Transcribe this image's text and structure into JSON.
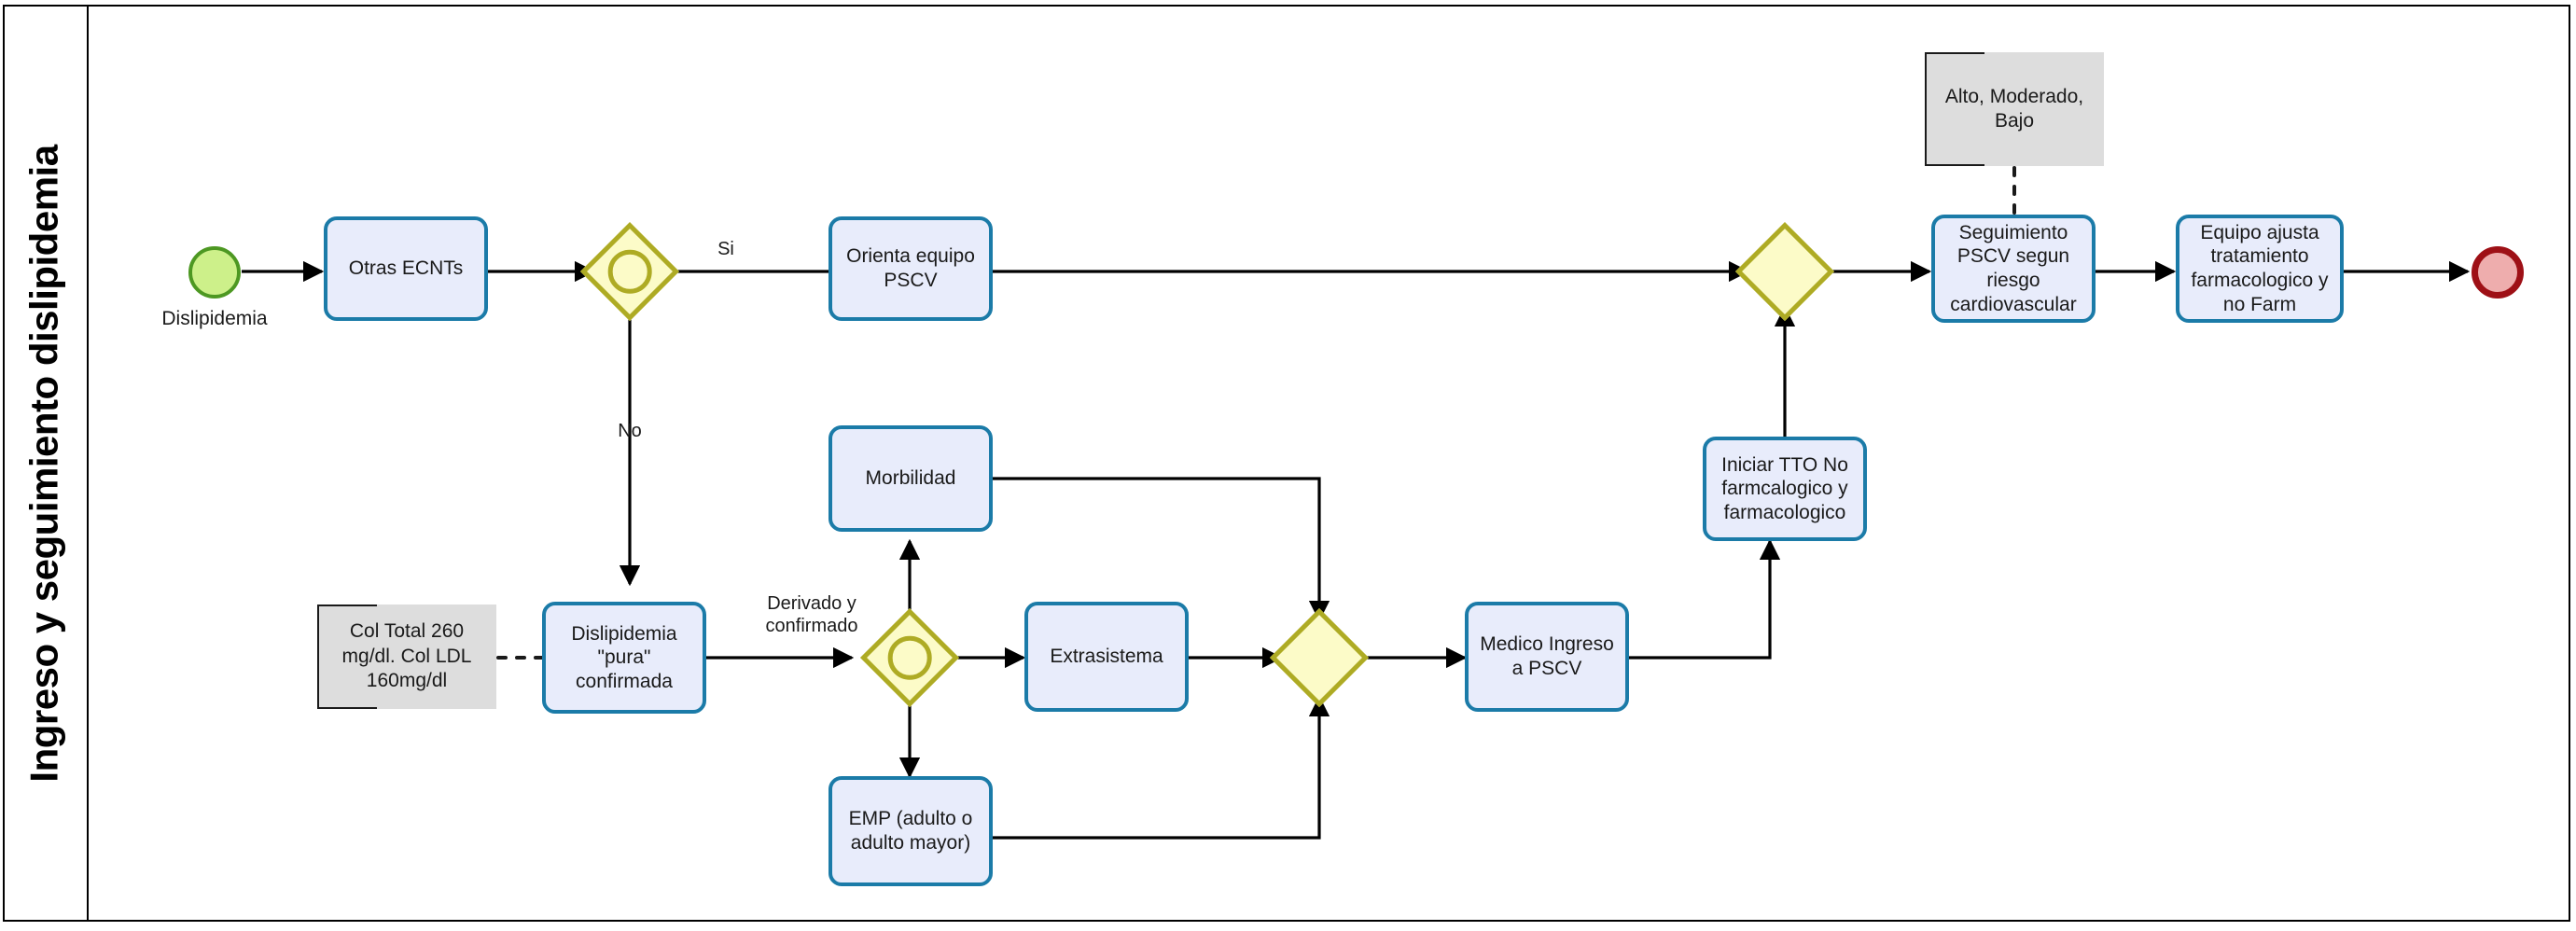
{
  "pool": {
    "lane_title": "Ingreso y seguimiento dislipidemia"
  },
  "events": {
    "start": {
      "label": "Dislipidemia",
      "name": "start-event",
      "color": "#cdf08a"
    },
    "end": {
      "label": "",
      "name": "end-event",
      "color": "#eeadad"
    }
  },
  "tasks": [
    {
      "id": "otras-ecnts",
      "label": "Otras ECNTs"
    },
    {
      "id": "orienta-equipo-pscv",
      "label": "Orienta equipo PSCV"
    },
    {
      "id": "dislipidemia-pura-confirmada",
      "label": "Dislipidemia \"pura\" confirmada"
    },
    {
      "id": "morbilidad",
      "label": "Morbilidad"
    },
    {
      "id": "extrasistema",
      "label": "Extrasistema"
    },
    {
      "id": "emp-adulto",
      "label": "EMP (adulto o adulto mayor)"
    },
    {
      "id": "medico-ingreso-pscv",
      "label": "Medico Ingreso a PSCV"
    },
    {
      "id": "iniciar-tto",
      "label": "Iniciar TTO No farmcalogico y farmacologico"
    },
    {
      "id": "seguimiento-pscv",
      "label": "Seguimiento PSCV segun riesgo cardiovascular"
    },
    {
      "id": "equipo-ajusta",
      "label": "Equipo ajusta tratamiento farmacologico y no Farm"
    }
  ],
  "gateways": [
    {
      "id": "gw-ecnt",
      "type": "inclusive"
    },
    {
      "id": "gw-derivacion",
      "type": "inclusive"
    },
    {
      "id": "gw-merge-bottom",
      "type": "exclusive"
    },
    {
      "id": "gw-merge-top",
      "type": "exclusive"
    }
  ],
  "data_objects": [
    {
      "id": "note-col-total",
      "label": "Col Total 260 mg/dl. Col LDL 160mg/dl"
    },
    {
      "id": "note-riesgo",
      "label": "Alto, Moderado, Bajo"
    }
  ],
  "flow_labels": [
    {
      "id": "label-si",
      "text": "Si"
    },
    {
      "id": "label-no",
      "text": "No"
    },
    {
      "id": "label-derivado",
      "text": "Derivado y confirmado"
    }
  ],
  "colors": {
    "task_fill": "#e8ecfb",
    "task_stroke": "#1b7ba8",
    "gateway_fill": "#fcfbc8",
    "gateway_stroke": "#aeab24",
    "start_fill": "#cdf08a",
    "start_stroke": "#4d9822",
    "end_fill": "#eeadad",
    "end_stroke": "#9e1016",
    "note_fill": "#dddddd",
    "connector": "#000000"
  }
}
